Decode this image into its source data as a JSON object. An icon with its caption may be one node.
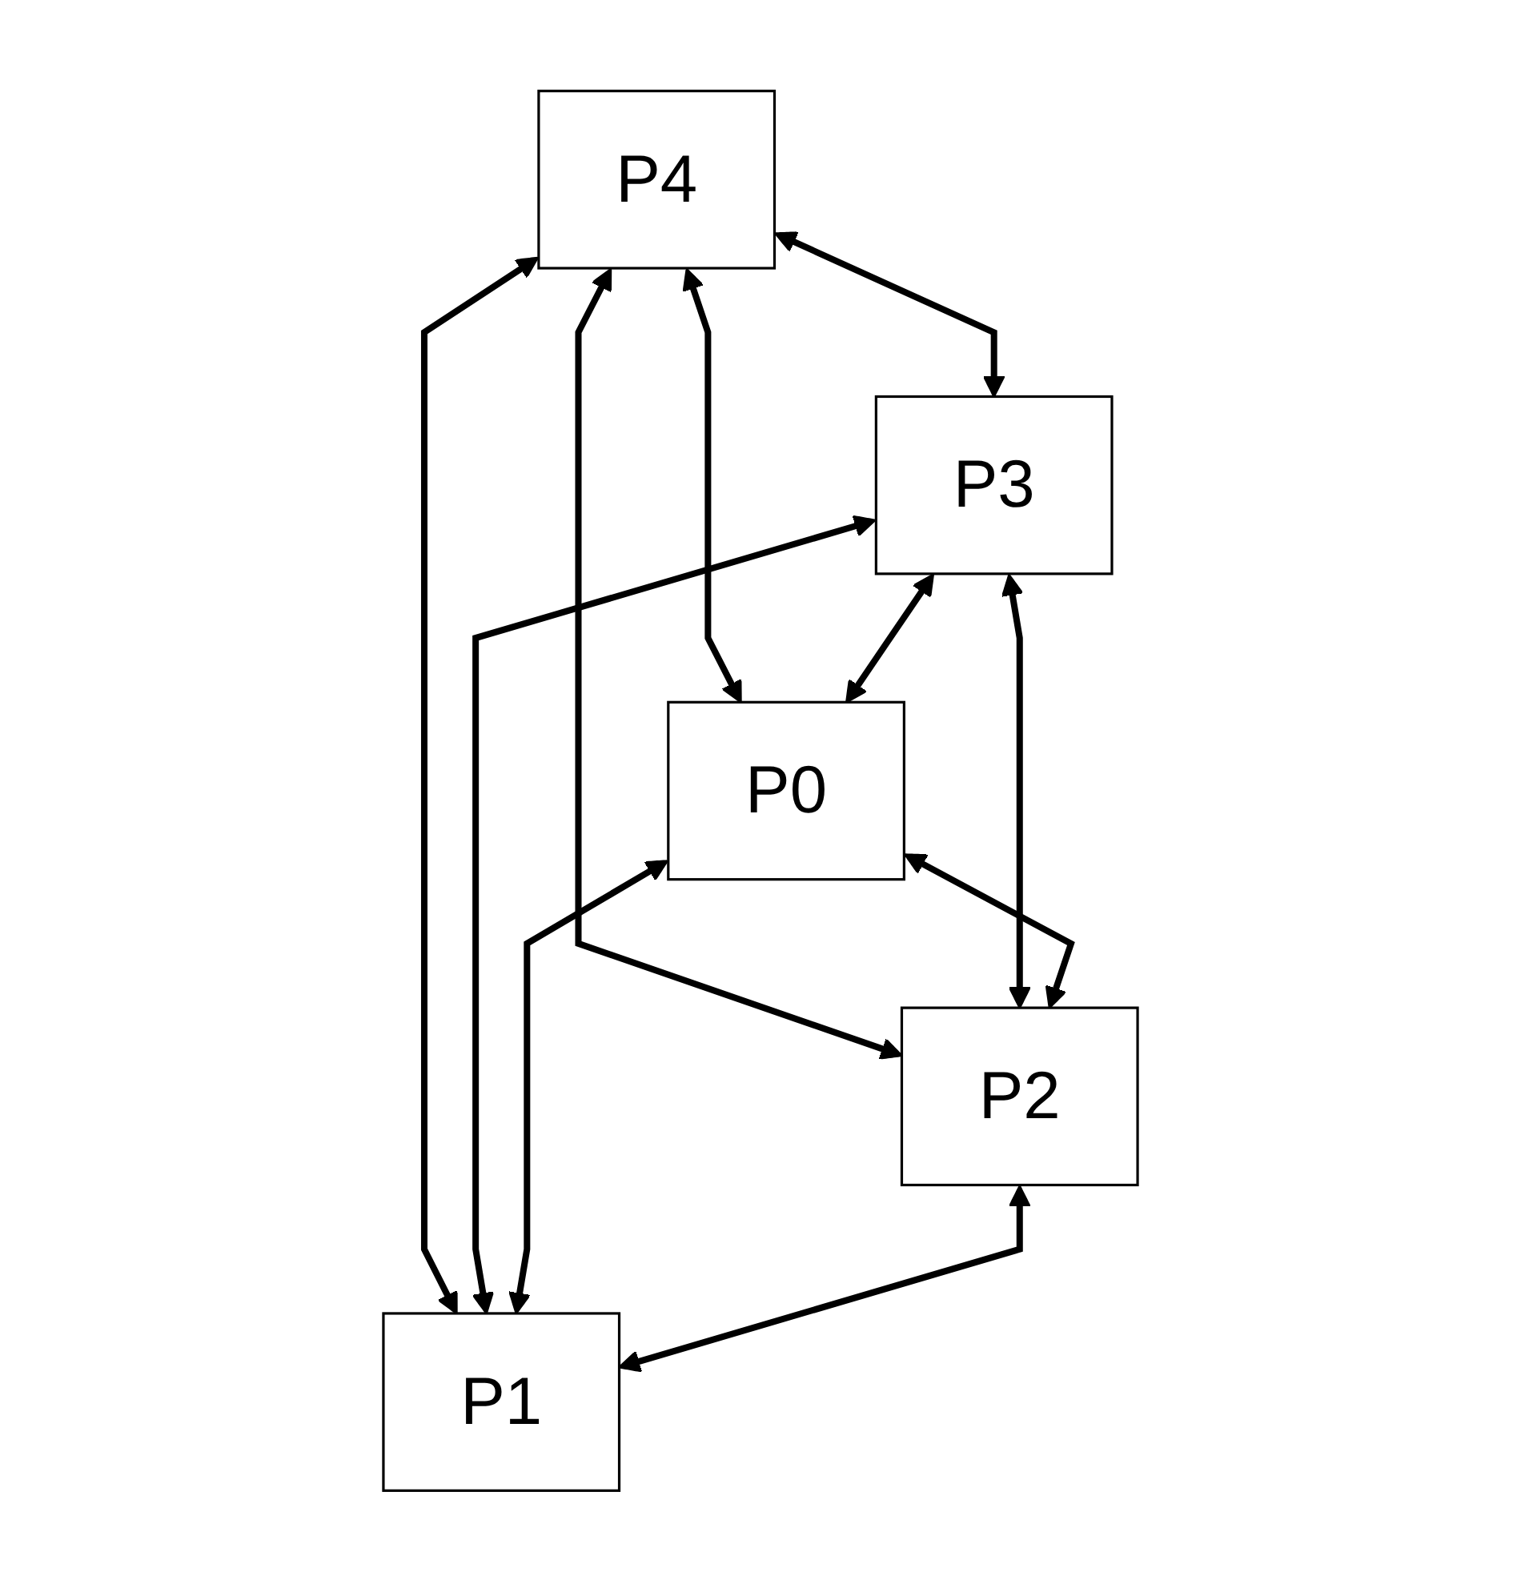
{
  "diagram": {
    "nodes": [
      {
        "text": [
          "P4"
        ]
      },
      {
        "text": [
          "P3"
        ]
      },
      {
        "text": [
          "P0"
        ]
      },
      {
        "text": [
          "P2"
        ]
      },
      {
        "text": [
          "P1"
        ]
      }
    ],
    "edges": [
      {
        "from": 0,
        "to": 1,
        "arrow": "both"
      },
      {
        "from": 0,
        "to": 3,
        "arrow": "both"
      },
      {
        "from": 0,
        "to": 4,
        "arrow": "both"
      },
      {
        "from": 0,
        "to": 2,
        "arrow": "both"
      },
      {
        "from": 1,
        "to": 2,
        "arrow": "both"
      },
      {
        "from": 1,
        "to": 3,
        "arrow": "both"
      },
      {
        "from": 1,
        "to": 4,
        "arrow": "both"
      },
      {
        "from": 2,
        "to": 3,
        "arrow": "both"
      },
      {
        "from": 2,
        "to": 4,
        "arrow": "both"
      },
      {
        "from": 3,
        "to": 4,
        "arrow": "both"
      }
    ]
  }
}
